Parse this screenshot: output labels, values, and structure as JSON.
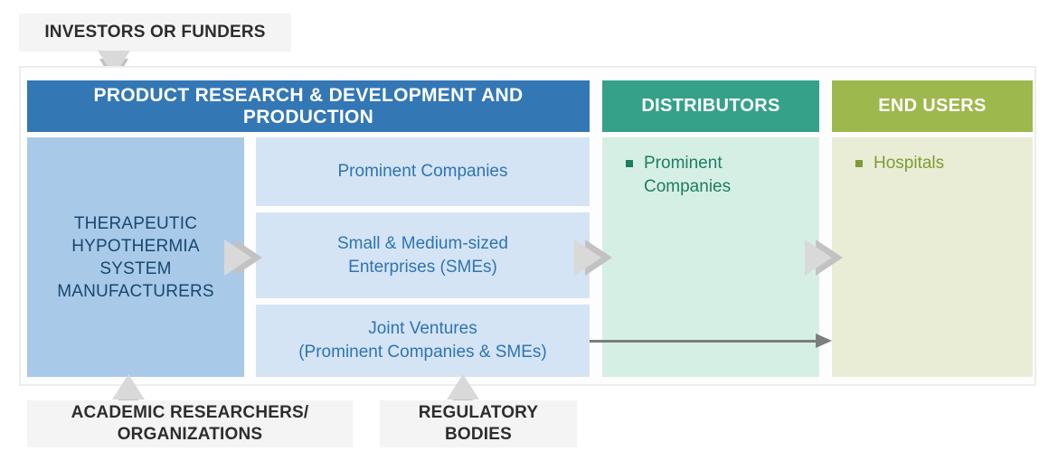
{
  "diagram": {
    "top_label": "INVESTORS OR FUNDERS",
    "bottom_labels": {
      "academic": "ACADEMIC RESEARCHERS/\nORGANIZATIONS",
      "regulatory": "REGULATORY\nBODIES"
    },
    "rd": {
      "header": "PRODUCT RESEARCH & DEVELOPMENT AND PRODUCTION",
      "manufacturers": "THERAPEUTIC\nHYPOTHERMIA\nSYSTEM\nMANUFACTURERS",
      "sub_boxes": [
        "Prominent Companies",
        "Small & Medium-sized\nEnterprises (SMEs)",
        "Joint Ventures\n(Prominent Companies & SMEs)"
      ]
    },
    "distributors": {
      "header": "DISTRIBUTORS",
      "items": [
        "Prominent\nCompanies"
      ]
    },
    "end_users": {
      "header": "END USERS",
      "items": [
        "Hospitals"
      ]
    }
  },
  "colors": {
    "header_blue": "#3377b5",
    "header_teal": "#35a189",
    "header_olive": "#9db84d",
    "box_blue": "#a9c9e8",
    "box_blue_light": "#d4e4f5",
    "box_mint": "#d6efe5",
    "box_olive": "#e9edd6",
    "text_navy": "#17486f",
    "text_blue": "#2d74b4",
    "text_teal": "#1e7d61",
    "text_olive": "#7e9c33",
    "label_bg": "#f4f4f4",
    "label_text": "#2d2d2d",
    "arrow_light": "#d9d9d9",
    "arrow_dark": "#c2c2c2",
    "arrow_line": "#7d7d7d"
  }
}
